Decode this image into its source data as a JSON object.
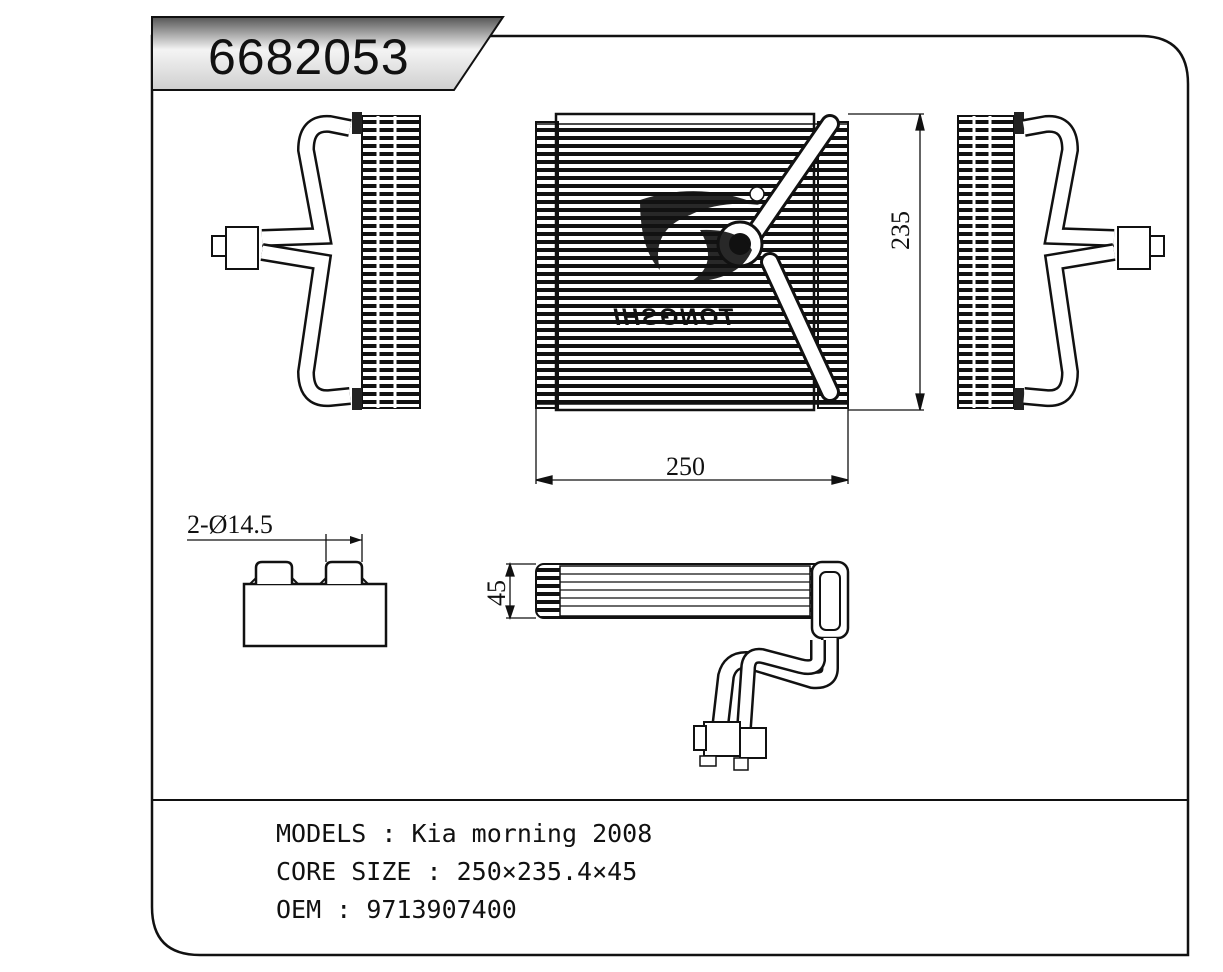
{
  "part_number": "6682053",
  "dimensions": {
    "width": "250",
    "height": "235",
    "depth": "45",
    "holes": "2-Ø14.5"
  },
  "specs": {
    "models_label": "MODELS",
    "models_value": "Kia morning 2008",
    "core_size_label": "CORE SIZE",
    "core_size_value": "250×235.4×45",
    "oem_label": "OEM",
    "oem_value": "9713907400"
  },
  "watermark": "TONGSHI"
}
